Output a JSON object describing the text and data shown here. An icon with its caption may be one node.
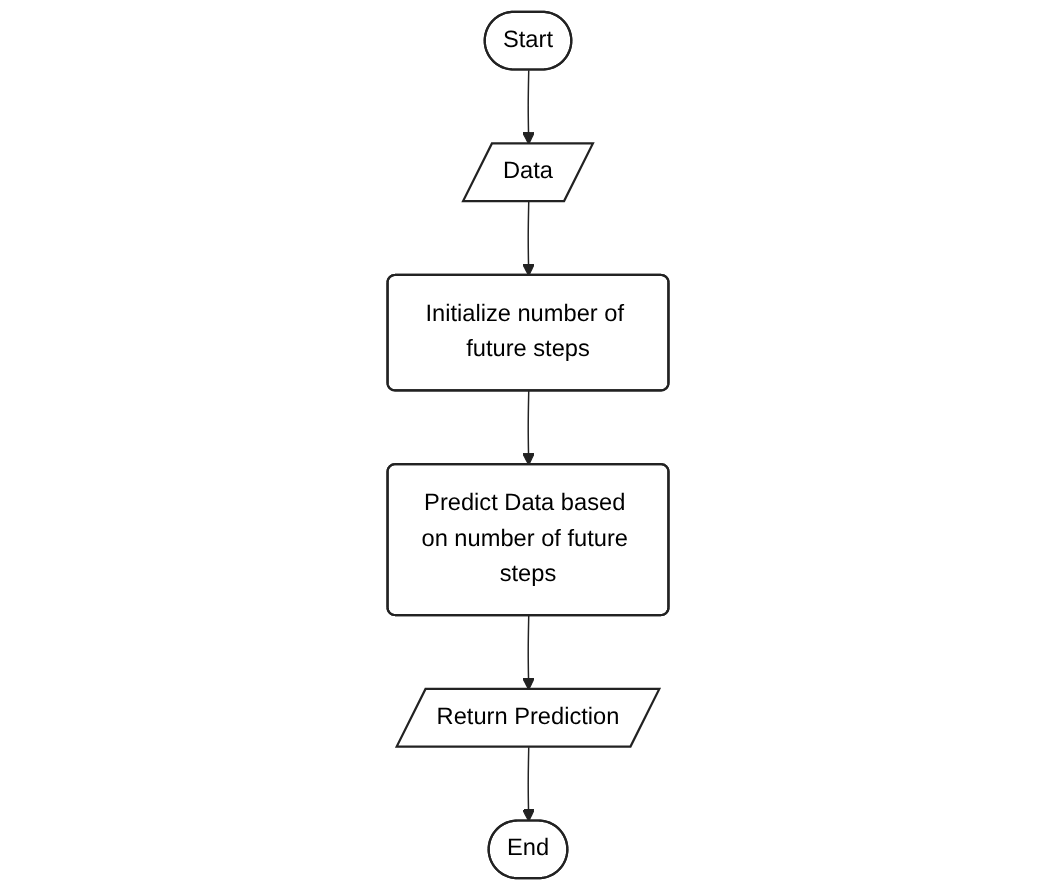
{
  "diagram": {
    "nodes": [
      {
        "text": [
          "Start"
        ]
      },
      {
        "text": [
          "Data"
        ]
      },
      {
        "text": [
          "Initialize number of future steps"
        ]
      },
      {
        "text": [
          "Predict Data based on number of future steps"
        ]
      },
      {
        "text": [
          "Return Prediction"
        ]
      },
      {
        "text": [
          "End"
        ]
      }
    ],
    "edges": [
      {
        "from": 0,
        "to": 1,
        "arrow": "to"
      },
      {
        "from": 1,
        "to": 2,
        "arrow": "to"
      },
      {
        "from": 2,
        "to": 3,
        "arrow": "to"
      },
      {
        "from": 3,
        "to": 4,
        "arrow": "to"
      },
      {
        "from": 4,
        "to": 5,
        "arrow": "to"
      }
    ]
  }
}
